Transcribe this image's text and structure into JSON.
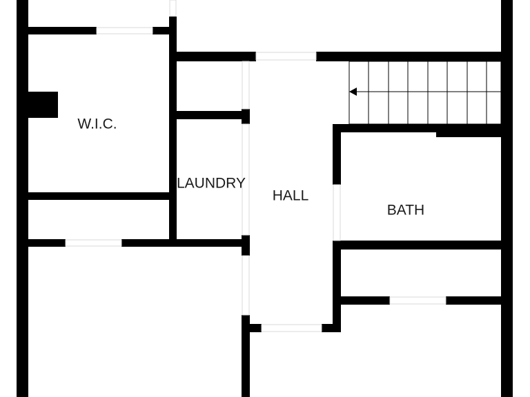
{
  "rooms": {
    "wic": "W.I.C.",
    "laundry": "LAUNDRY",
    "hall": "HALL",
    "bath": "BATH"
  },
  "colors": {
    "wall": "#000000",
    "background": "#ffffff",
    "door_edge": "#d8d8d8"
  },
  "stairs": {
    "direction": "left",
    "step_count": 8
  }
}
